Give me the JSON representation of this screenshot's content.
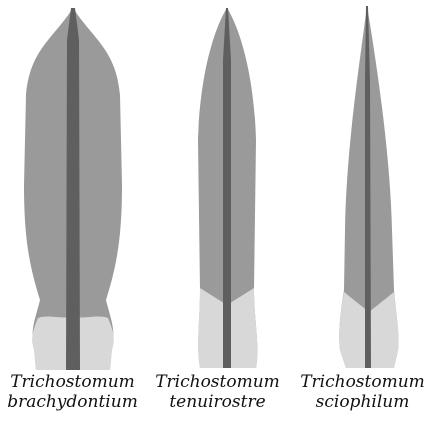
{
  "colors": {
    "lamina": "#9a9a9a",
    "lamina_base": "#d8d8d8",
    "costa": "#5f5f5f",
    "background": "#ffffff"
  },
  "leaves": [
    {
      "genus": "Trichostomum",
      "epithet": "brachydontium"
    },
    {
      "genus": "Trichostomum",
      "epithet": "tenuirostre"
    },
    {
      "genus": "Trichostomum",
      "epithet": "sciophilum"
    }
  ]
}
